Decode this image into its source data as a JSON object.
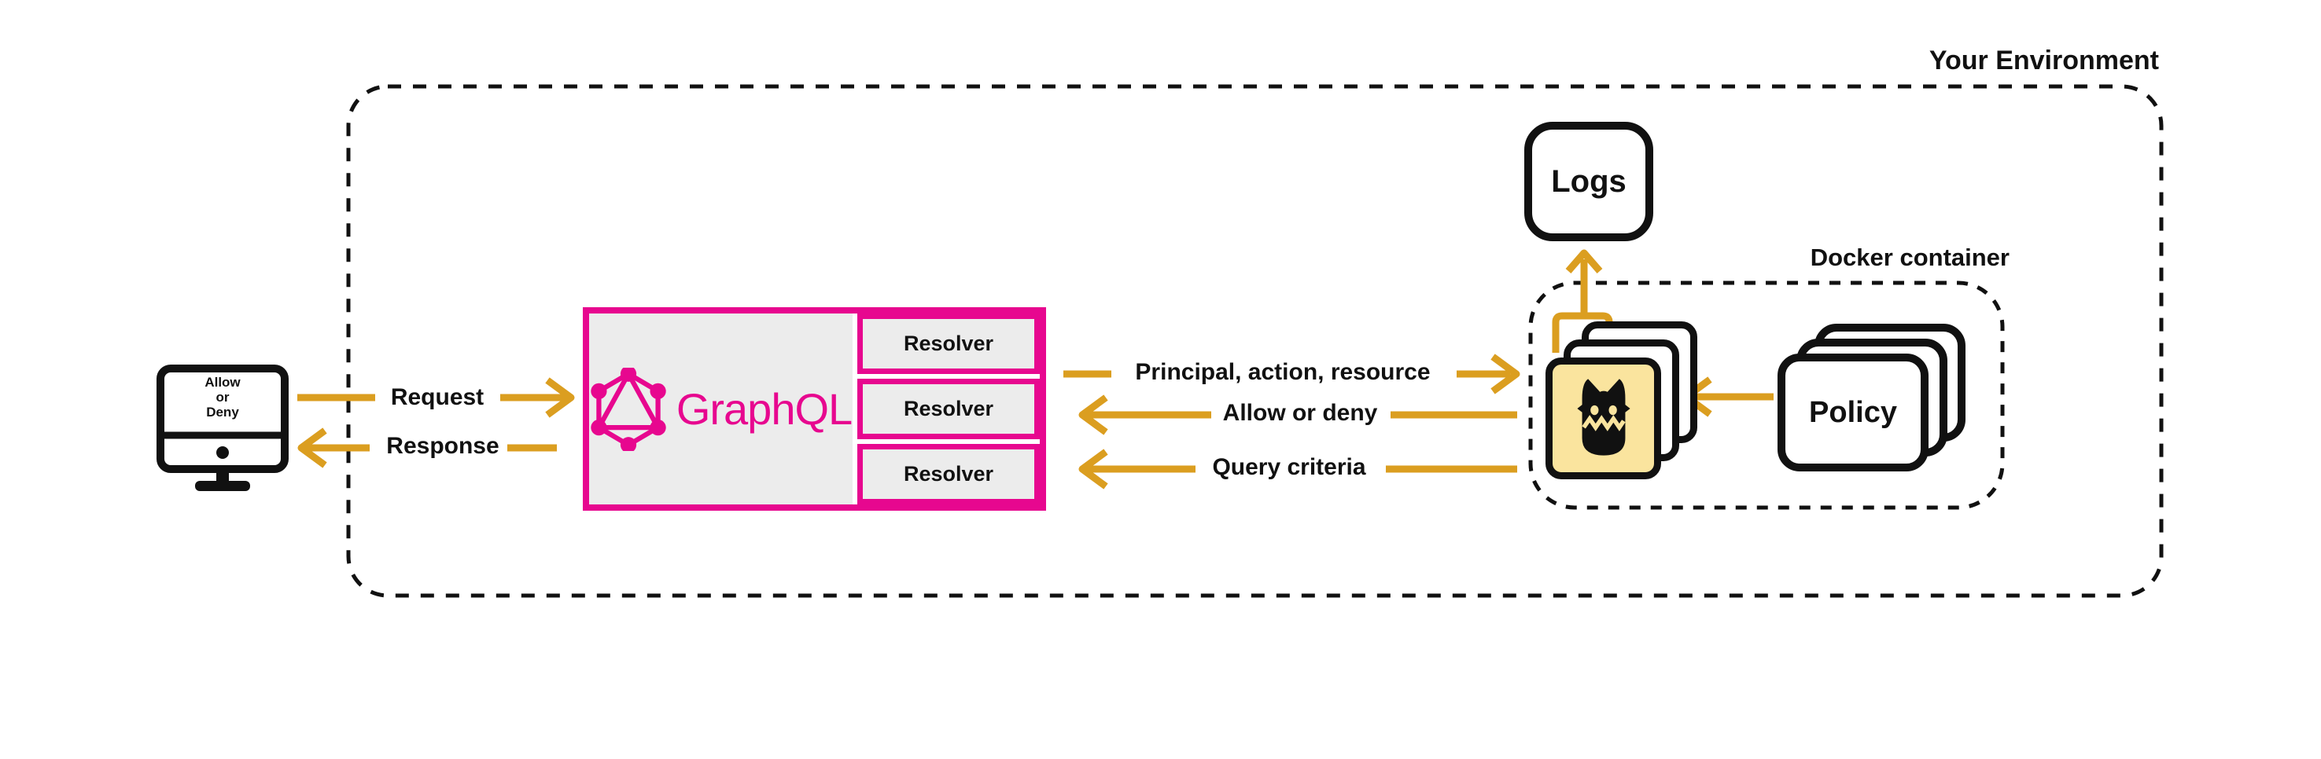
{
  "title": {
    "environment": "Your Environment",
    "docker": "Docker container"
  },
  "client": {
    "lines": [
      "Allow",
      "or",
      "Deny"
    ]
  },
  "flows": {
    "request": "Request",
    "response": "Response",
    "principal_action_resource": "Principal, action, resource",
    "allow_or_deny": "Allow or deny",
    "query_criteria": "Query criteria"
  },
  "graphql": {
    "wordmark": "GraphQL",
    "resolvers": [
      "Resolver",
      "Resolver",
      "Resolver"
    ]
  },
  "logs": {
    "label": "Logs"
  },
  "policy": {
    "label": "Policy"
  },
  "colors": {
    "pink": "#E7078F",
    "orange": "#DB9E20",
    "panel_gray": "#ECECEC",
    "card_yellow": "#FAE49E",
    "ink": "#111111"
  }
}
